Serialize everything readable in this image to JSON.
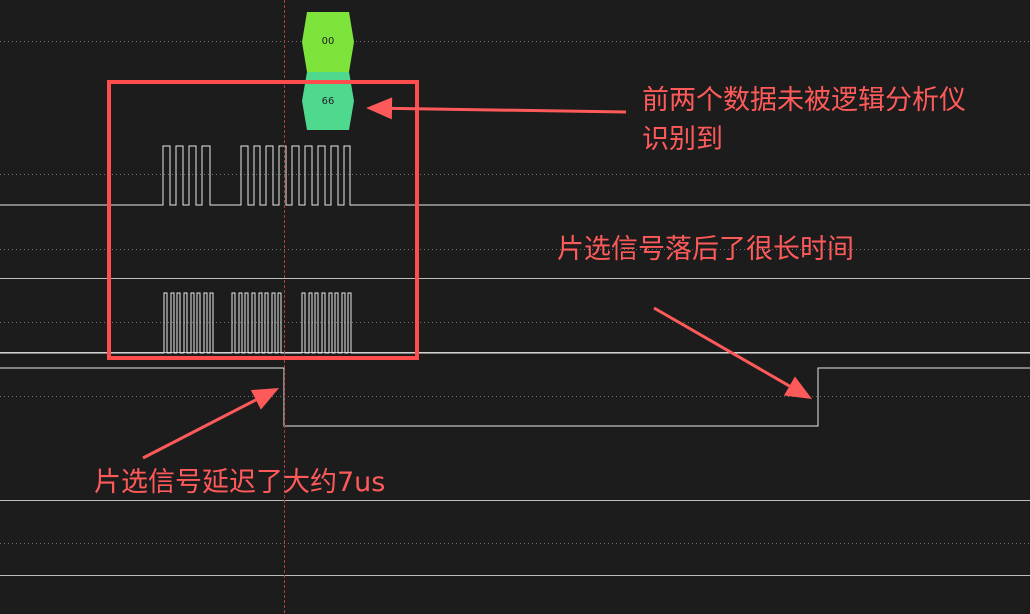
{
  "decode": {
    "byte_1": {
      "label": "00",
      "color": "#7ee33a"
    },
    "byte_2": {
      "label": "66",
      "color": "#4fd98f"
    }
  },
  "annotations": {
    "color": "#ff5a5a",
    "undetected_line1": "前两个数据未被逻辑分析仪",
    "undetected_line2": "识别到",
    "cs_lag": "片选信号落后了很长时间",
    "cs_delay": "片选信号延迟了大约7us"
  },
  "colors": {
    "background": "#1c1c1c",
    "signal": "#e8e8e8",
    "grid": "#707070",
    "cursor": "#b33c3c",
    "highlight": "#ff4d4d"
  }
}
